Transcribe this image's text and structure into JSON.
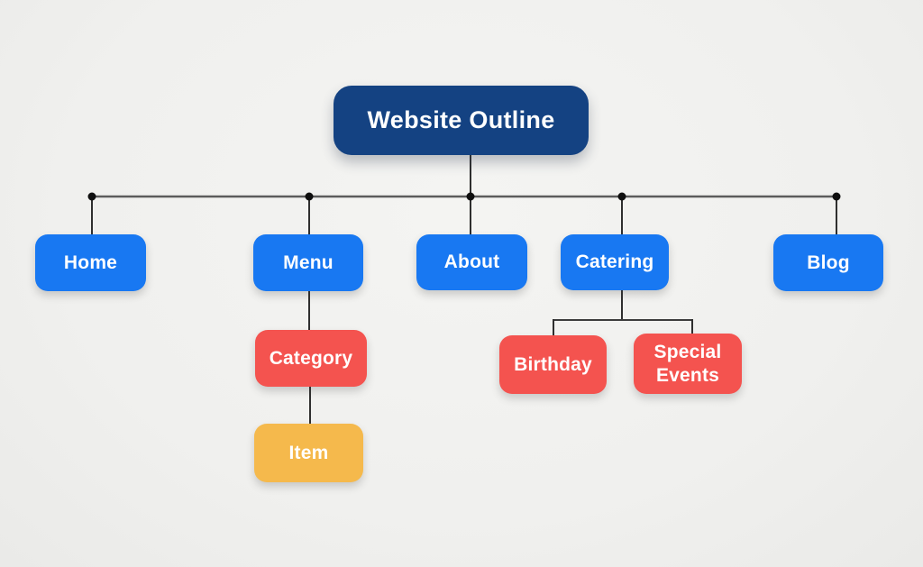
{
  "diagram": {
    "title": "Website Outline",
    "nodes": {
      "website_outline": {
        "label": "Website Outline",
        "level": "root"
      },
      "home": {
        "label": "Home",
        "level": "page"
      },
      "menu": {
        "label": "Menu",
        "level": "page"
      },
      "about": {
        "label": "About",
        "level": "page"
      },
      "catering": {
        "label": "Catering",
        "level": "page"
      },
      "blog": {
        "label": "Blog",
        "level": "page"
      },
      "category": {
        "label": "Category",
        "level": "sub"
      },
      "item": {
        "label": "Item",
        "level": "leaf"
      },
      "birthday": {
        "label": "Birthday",
        "level": "sub"
      },
      "special_events": {
        "label": "Special Events",
        "level": "sub"
      }
    },
    "structure": {
      "root": "Website Outline",
      "children": [
        {
          "label": "Home"
        },
        {
          "label": "Menu",
          "children": [
            {
              "label": "Category",
              "children": [
                {
                  "label": "Item"
                }
              ]
            }
          ]
        },
        {
          "label": "About"
        },
        {
          "label": "Catering",
          "children": [
            {
              "label": "Birthday"
            },
            {
              "label": "Special Events"
            }
          ]
        },
        {
          "label": "Blog"
        }
      ]
    },
    "colors": {
      "root_box": "#144282",
      "page_box": "#1878F2",
      "sub_box": "#F4534F",
      "leaf_box": "#F5B94C",
      "box_text": "#FFFFFF",
      "connector_line": "#454545",
      "junction_dot": "#0F0F0F",
      "background": "#F1F1EF"
    }
  }
}
